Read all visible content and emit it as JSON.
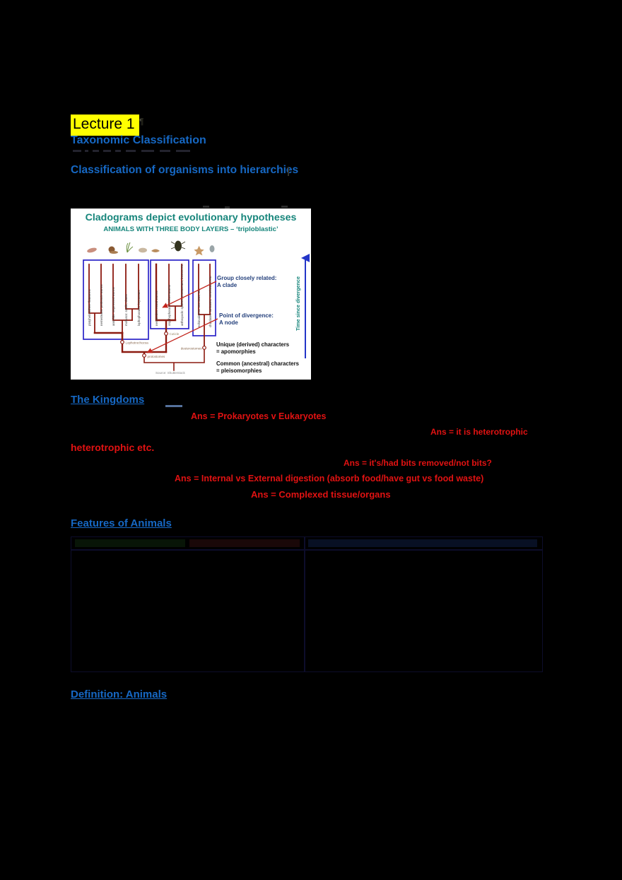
{
  "page": {
    "background": "#000000"
  },
  "lecture": {
    "title": "Lecture 1",
    "highlight_color": "#ffff00",
    "pilcrow": "¶"
  },
  "headings": {
    "color": "#1668c4",
    "h1": "Taxonomic Classification",
    "h2": "Classification of organisms into hierarchies",
    "h3": "The Kingdoms",
    "h4": "Features of Animals",
    "h5": "Definition: Animals"
  },
  "qa": {
    "color": "#e11212",
    "lines": [
      "Ans = Prokaryotes v Eukaryotes",
      "Ans = it is heterotrophic",
      "heterotrophic etc.",
      "Ans = it's/had bits removed/not bits?",
      "Ans = Internal vs External digestion (absorb food/have gut vs food waste)",
      "Ans = Complexed tissue/organs"
    ]
  },
  "figure": {
    "title": "Cladograms depict evolutionary hypotheses",
    "subtitle": "ANIMALS WITH THREE BODY LAYERS – ‘triploblastic’",
    "title_color": "#16857b",
    "box_color": "#2a23c8",
    "tree_color": "#8c1a10",
    "taxa": [
      "platyhelminthes: flatworms",
      "nemerteans: proboscis worms",
      "annelids: segmented worms",
      "molluscs: snails, clams",
      "lophophorates: bryozoans",
      "nematodes: round worms",
      "onychophorans: velvet worms",
      "arthropods: spiders, crustaceans, insects etc.",
      "echinoderms: sea stars, etc.",
      "chordates: tunicates, vertebrates, etc."
    ],
    "nodes": {
      "lophotrochozoa": "Lophotrochozoa",
      "cuticle": "Cuticle",
      "deuterostomes": "deuterostomes",
      "protostomes": "protostomes"
    },
    "annotations": {
      "clade_line1": "Group closely related:",
      "clade_line2": "A clade",
      "node_line1": "Point of divergence:",
      "node_line2": "A node"
    },
    "legend": {
      "unique_line1": "Unique (derived) characters",
      "unique_line2": "= apomorphies",
      "common_line1": "Common (ancestral) characters",
      "common_line2": "= pleisomorphies"
    },
    "axis_label": "Time since divergence",
    "source": "Source: Shutterstock"
  },
  "table": {
    "border_color": "#0d0d2b",
    "header_tints": [
      "#081507",
      "#1a0808",
      "#081024"
    ]
  }
}
